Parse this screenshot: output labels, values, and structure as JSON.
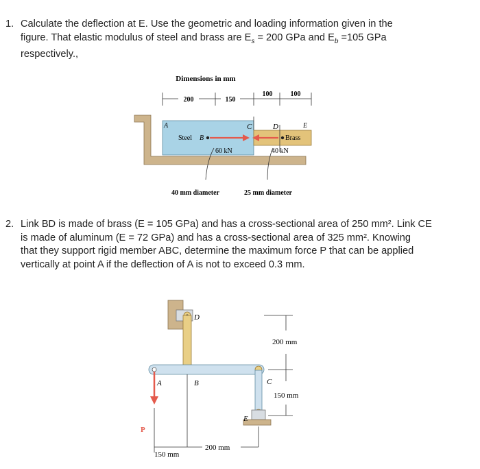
{
  "problems": [
    {
      "number": "1.",
      "text": "Calculate the deflection at E. Use the geometric and loading information given in the figure. That elastic modulus of steel and brass are Es = 200 GPa and Eb =105 GPa respectively.,",
      "parts": {
        "a": "Calculate the deflection at E. Use the geometric and loading information given in the",
        "b": "figure. That elastic modulus of steel and brass are E",
        "b_sub": "s",
        "c": " = 200 GPa and E",
        "c_sub": "b",
        "d": " =105 GPa",
        "e": "respectively.,"
      }
    },
    {
      "number": "2.",
      "lines": [
        "Link BD is made of brass (E = 105 GPa) and has a cross-sectional area of 250 mm². Link CE",
        "is made of aluminum (E = 72 GPa) and has a cross-sectional area of 325 mm². Knowing",
        "that they support rigid member ABC, determine the maximum force P that can be applied",
        "vertically at point A if the deflection of A is not to exceed 0.3 mm."
      ]
    }
  ],
  "figure1": {
    "title": "Dimensions in mm",
    "dims": [
      "200",
      "150",
      "100",
      "100"
    ],
    "points": [
      "A",
      "B",
      "C",
      "D",
      "E"
    ],
    "steel_label": "Steel",
    "brass_label": "Brass",
    "load1": "60 kN",
    "load2": "40 kN",
    "diam1": "40 mm diameter",
    "diam2": "25 mm diameter",
    "colors": {
      "steel": "#a9d3e6",
      "brass": "#e3c37a",
      "wall": "#cdb48c",
      "arrow": "#e45a4c"
    }
  },
  "figure2": {
    "points": [
      "A",
      "B",
      "C",
      "D",
      "E",
      "P"
    ],
    "dim_200_vertical": "200 mm",
    "dim_150_vertical": "150 mm",
    "dim_150_horizontal": "150 mm",
    "dim_200_horizontal": "200 mm",
    "colors": {
      "member": "#cfe1ee",
      "link": "#e9cf86",
      "support": "#cdb48c",
      "arrow": "#e45a4c"
    }
  }
}
